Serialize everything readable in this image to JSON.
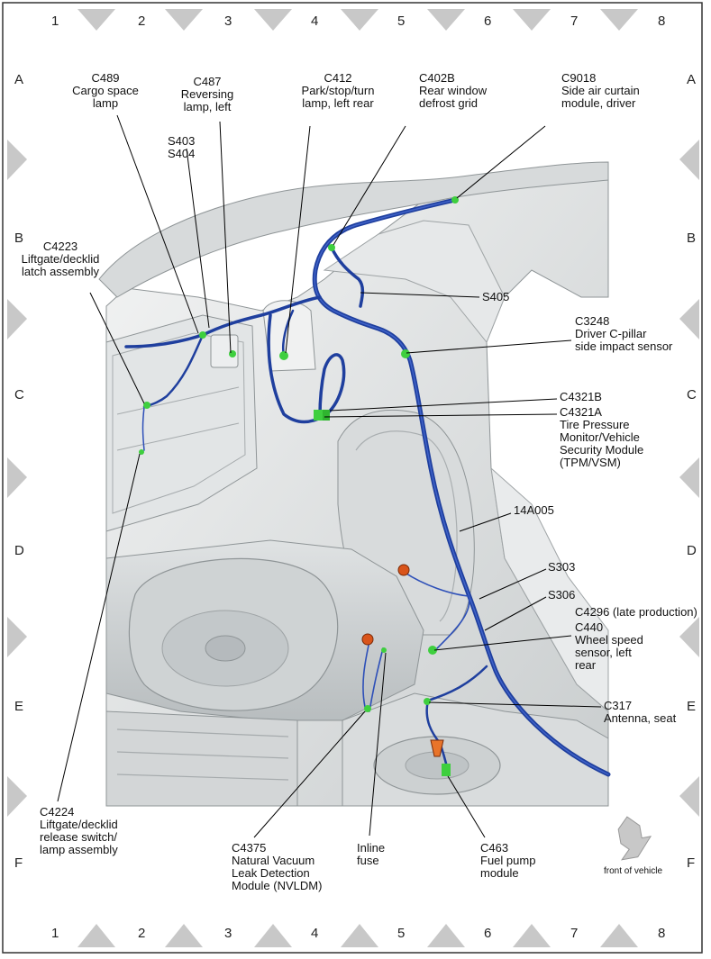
{
  "grid": {
    "columns": [
      "1",
      "2",
      "3",
      "4",
      "5",
      "6",
      "7",
      "8"
    ],
    "rows": [
      "A",
      "B",
      "C",
      "D",
      "E",
      "F"
    ]
  },
  "labels": {
    "c489": "C489\nCargo space\nlamp",
    "c487": "C487\nReversing\nlamp, left",
    "s403_s404": "S403\nS404",
    "c412": "C412\nPark/stop/turn\nlamp, left rear",
    "c402b": "C402B\nRear window\ndefrost grid",
    "c9018": "C9018\nSide air curtain\nmodule, driver",
    "c4223": "C4223\nLiftgate/decklid\nlatch assembly",
    "s405": "S405",
    "c3248": "C3248\nDriver C-pillar\nside impact sensor",
    "c4321b": "C4321B",
    "c4321a": "C4321A\nTire Pressure\nMonitor/Vehicle\nSecurity Module\n(TPM/VSM)",
    "h14a005": "14A005",
    "s303": "S303",
    "s306": "S306",
    "c4296": "C4296 (late production)",
    "c440": "C440\nWheel speed\nsensor, left\nrear",
    "c317": "C317\nAntenna, seat",
    "c4224": "C4224\nLiftgate/decklid\nrelease switch/\nlamp assembly",
    "c4375": "C4375\nNatural Vacuum\nLeak Detection\nModule (NVLDM)",
    "inline_fuse": "Inline\nfuse",
    "c463": "C463\nFuel pump\nmodule",
    "front_of_vehicle": "front of vehicle"
  },
  "colors": {
    "harness": "#1f3f9e",
    "harness_dark": "#152c75",
    "connector": "#3ecf3e",
    "ground": "#d9541a",
    "tab": "#c8c8c8",
    "body_light": "#eef0f0",
    "body_mid": "#cdd1d2",
    "body_dark": "#9ea3a5"
  },
  "icons": {
    "front_arrow": "arrow-down-right-icon"
  }
}
